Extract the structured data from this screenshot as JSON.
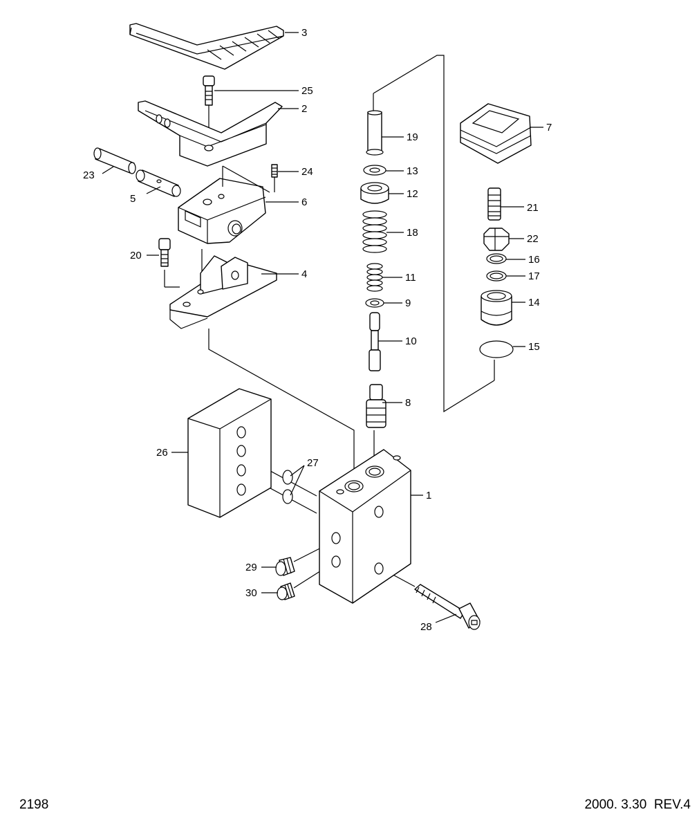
{
  "footer": {
    "drawing_number": "2198",
    "revision": "2000. 3.30  REV.4"
  },
  "callouts": [
    {
      "id": "1",
      "label": "1"
    },
    {
      "id": "2",
      "label": "2"
    },
    {
      "id": "3",
      "label": "3"
    },
    {
      "id": "4",
      "label": "4"
    },
    {
      "id": "5",
      "label": "5"
    },
    {
      "id": "6",
      "label": "6"
    },
    {
      "id": "7",
      "label": "7"
    },
    {
      "id": "8",
      "label": "8"
    },
    {
      "id": "9",
      "label": "9"
    },
    {
      "id": "10",
      "label": "10"
    },
    {
      "id": "11",
      "label": "11"
    },
    {
      "id": "12",
      "label": "12"
    },
    {
      "id": "13",
      "label": "13"
    },
    {
      "id": "14",
      "label": "14"
    },
    {
      "id": "15",
      "label": "15"
    },
    {
      "id": "16",
      "label": "16"
    },
    {
      "id": "17",
      "label": "17"
    },
    {
      "id": "18",
      "label": "18"
    },
    {
      "id": "19",
      "label": "19"
    },
    {
      "id": "20",
      "label": "20"
    },
    {
      "id": "21",
      "label": "21"
    },
    {
      "id": "22",
      "label": "22"
    },
    {
      "id": "23",
      "label": "23"
    },
    {
      "id": "24",
      "label": "24"
    },
    {
      "id": "25",
      "label": "25"
    },
    {
      "id": "26",
      "label": "26"
    },
    {
      "id": "27",
      "label": "27"
    },
    {
      "id": "28",
      "label": "28"
    },
    {
      "id": "29",
      "label": "29"
    },
    {
      "id": "30",
      "label": "30"
    }
  ]
}
